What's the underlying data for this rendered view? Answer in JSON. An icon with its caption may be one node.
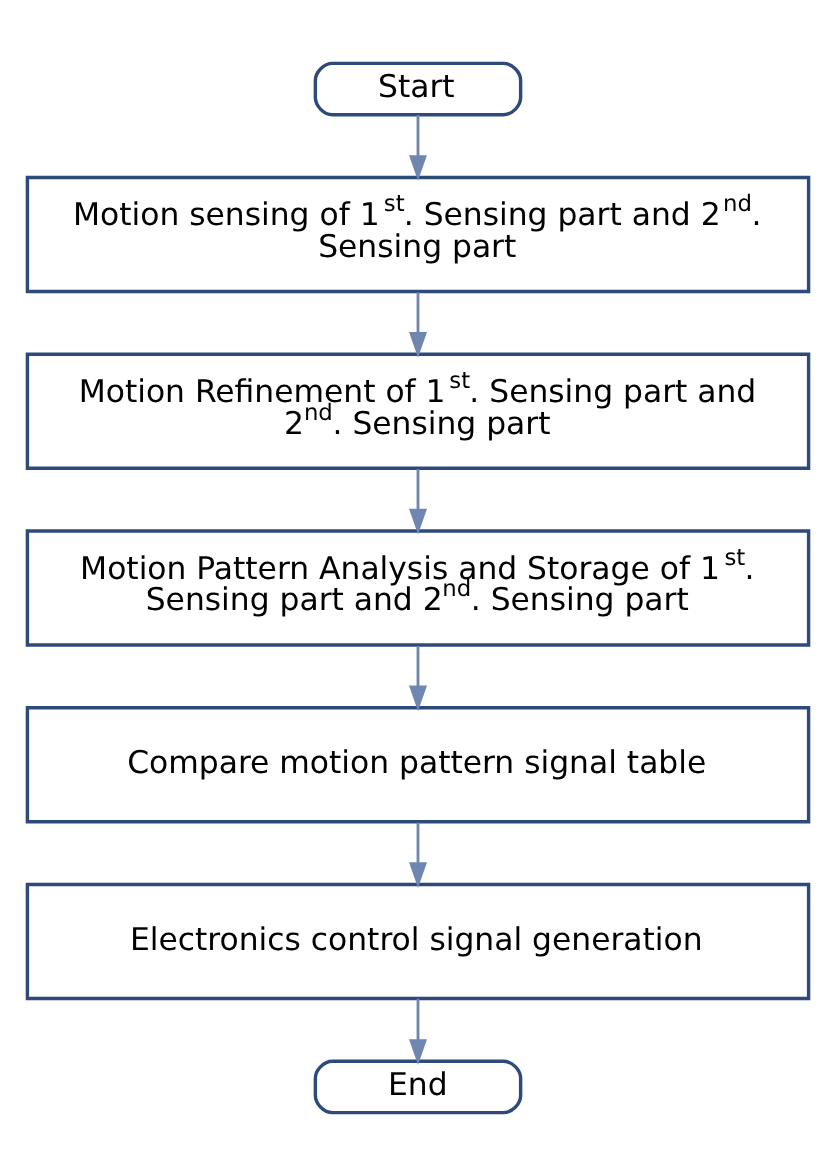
{
  "diagram": {
    "nodes": [
      {
        "text": [
          "Start"
        ]
      },
      {
        "text": [
          "Motion sensing of 1$^{st}$. Sensing part and 2$^{nd}$. Sensing part"
        ]
      },
      {
        "text": [
          "Motion Refinement of 1$^{st}$. Sensing part and 2$^{nd}$. Sensing part"
        ]
      },
      {
        "text": [
          "Motion Pattern Analysis and Storage of 1$^{st}$. Sensing part and 2$^{nd}$. Sensing part"
        ]
      },
      {
        "text": [
          "Compare motion pattern signal table"
        ]
      },
      {
        "text": [
          "Electronics control signal generation"
        ]
      },
      {
        "text": [
          "End"
        ]
      }
    ],
    "edges": [
      {
        "from": 0,
        "to": 1,
        "arrow": "to"
      },
      {
        "from": 1,
        "to": 2,
        "arrow": "to"
      },
      {
        "from": 2,
        "to": 3,
        "arrow": "to"
      },
      {
        "from": 3,
        "to": 4,
        "arrow": "to"
      },
      {
        "from": 4,
        "to": 5,
        "arrow": "to"
      },
      {
        "from": 5,
        "to": 6,
        "arrow": "to"
      }
    ]
  }
}
